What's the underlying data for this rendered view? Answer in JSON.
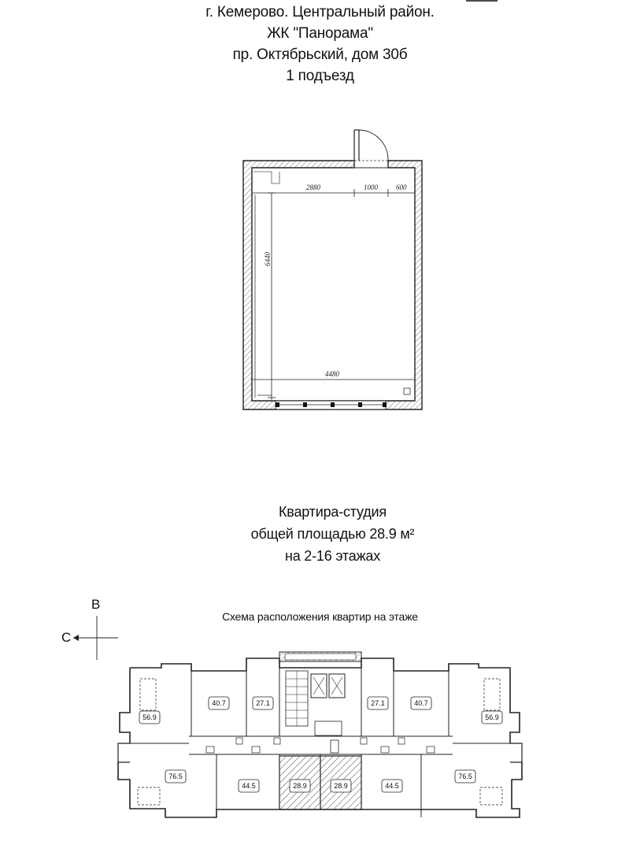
{
  "header": {
    "lines": [
      "г. Кемерово. Центральный район.",
      "ЖК \"Панорама\"",
      "пр. Октябрьский, дом 30б",
      "1 подъезд"
    ]
  },
  "plan": {
    "dim_top_1": "2880",
    "dim_top_2": "1000",
    "dim_top_3": "600",
    "dim_left": "6440",
    "dim_bottom": "4480"
  },
  "description": {
    "line1": "Квартира-студия",
    "line2": "общей площадью 28.9 м²",
    "line3": "на 2-16 этажах"
  },
  "compass": {
    "north": "В",
    "west": "С"
  },
  "scheme": {
    "title": "Схема расположения квартир на этаже",
    "apartments": [
      "56.9",
      "40.7",
      "27.1",
      "27.1",
      "40.7",
      "56.9",
      "76.5",
      "44.5",
      "28.9",
      "28.9",
      "44.5",
      "76.5"
    ],
    "highlight_color": "#555555"
  }
}
